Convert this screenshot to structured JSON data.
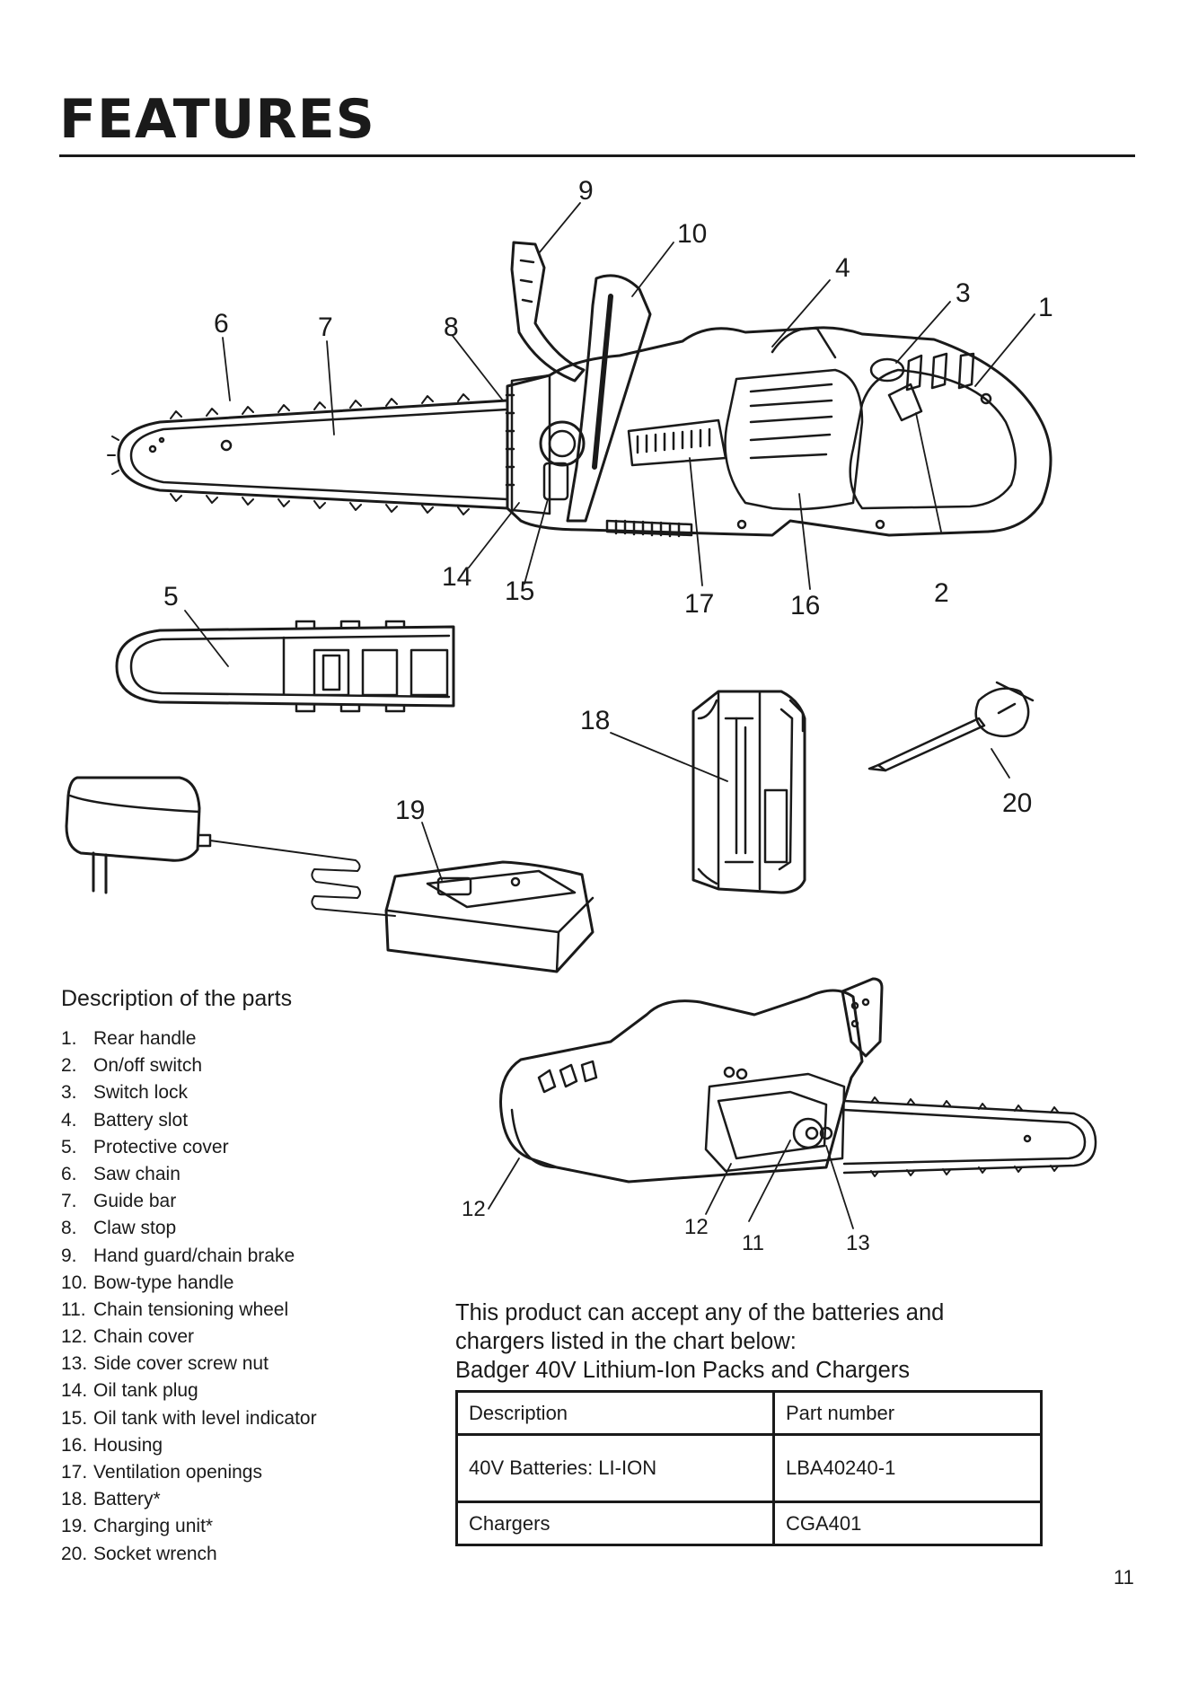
{
  "title": "FEATURES",
  "callouts": {
    "c1": "1",
    "c2": "2",
    "c3": "3",
    "c4": "4",
    "c5": "5",
    "c6": "6",
    "c7": "7",
    "c8": "8",
    "c9": "9",
    "c10": "10",
    "c11": "11",
    "c12": "12",
    "c13": "13",
    "c14": "14",
    "c15": "15",
    "c16": "16",
    "c17": "17",
    "c18": "18",
    "c19": "19",
    "c20": "20"
  },
  "parts": {
    "heading": "Description of the parts",
    "items": [
      {
        "num": "1.",
        "label": "Rear handle"
      },
      {
        "num": "2.",
        "label": "On/off switch"
      },
      {
        "num": "3.",
        "label": "Switch lock"
      },
      {
        "num": "4.",
        "label": "Battery slot"
      },
      {
        "num": "5.",
        "label": "Protective cover"
      },
      {
        "num": "6.",
        "label": "Saw chain"
      },
      {
        "num": "7.",
        "label": "Guide bar"
      },
      {
        "num": "8.",
        "label": "Claw stop"
      },
      {
        "num": "9.",
        "label": "Hand guard/chain brake"
      },
      {
        "num": "10.",
        "label": "Bow-type handle"
      },
      {
        "num": "11.",
        "label": "Chain tensioning wheel"
      },
      {
        "num": "12.",
        "label": "Chain cover"
      },
      {
        "num": "13.",
        "label": "Side cover screw nut"
      },
      {
        "num": "14.",
        "label": "Oil tank plug"
      },
      {
        "num": "15.",
        "label": "Oil tank with level indicator"
      },
      {
        "num": "16.",
        "label": "Housing"
      },
      {
        "num": "17.",
        "label": "Ventilation openings"
      },
      {
        "num": "18.",
        "label": "Battery*"
      },
      {
        "num": "19.",
        "label": "Charging unit*"
      },
      {
        "num": "20.",
        "label": "Socket wrench"
      }
    ]
  },
  "compatibility": {
    "line1": "This product can accept any of the batteries and",
    "line2": "chargers listed in the chart below:",
    "line3": "Badger 40V Lithium-Ion Packs and Chargers"
  },
  "table": {
    "header": [
      "Description",
      "Part number"
    ],
    "rows": [
      [
        "40V Batteries: LI-ION",
        "LBA40240-1"
      ],
      [
        "Chargers",
        "CGA401"
      ]
    ]
  },
  "page_number": "11"
}
